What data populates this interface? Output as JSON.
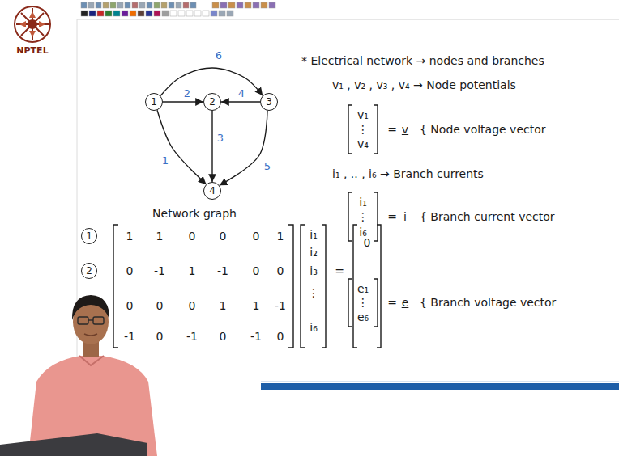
{
  "diagram": {
    "nodes": [
      {
        "text": [
          "1"
        ]
      },
      {
        "text": [
          "2"
        ]
      },
      {
        "text": [
          "3"
        ]
      },
      {
        "text": [
          "4"
        ]
      }
    ],
    "edges": [
      {
        "from": 0,
        "to": 3,
        "arrow": "to",
        "label": "1"
      },
      {
        "from": 0,
        "to": 1,
        "arrow": "to",
        "label": "2"
      },
      {
        "from": 1,
        "to": 3,
        "arrow": "to",
        "label": "3"
      },
      {
        "from": 2,
        "to": 1,
        "arrow": "to",
        "label": "4"
      },
      {
        "from": 2,
        "to": 3,
        "arrow": "to",
        "label": "5"
      },
      {
        "from": 0,
        "to": 2,
        "arrow": "to",
        "label": "6"
      }
    ],
    "labels": [
      "NPTEL",
      "Network graph",
      "1",
      "2",
      "1",
      "1",
      "0",
      "0",
      "0",
      "1",
      "0",
      "-1",
      "1",
      "-1",
      "0",
      "0",
      "0",
      "0",
      "0",
      "1",
      "1",
      "-1",
      "-1",
      "0",
      "-1",
      "0",
      "-1",
      "0",
      "i₁",
      "i₂",
      "i₃",
      "⋮",
      "i₆",
      "=",
      "0",
      "* Electrical network → nodes and branches",
      "v₁ , v₂ , v₃ , v₄ → Node potentials",
      "v₁",
      "⋮",
      "v₄",
      "=",
      "v",
      "{ Node voltage vector",
      "i₁ , .. , i₆ → Branch currents",
      "i₁",
      "⋮",
      "i₆",
      "=",
      "i",
      "{ Branch current vector",
      "e₁",
      "⋮",
      "e₆",
      "=",
      "e",
      "{ Branch voltage vector"
    ]
  }
}
